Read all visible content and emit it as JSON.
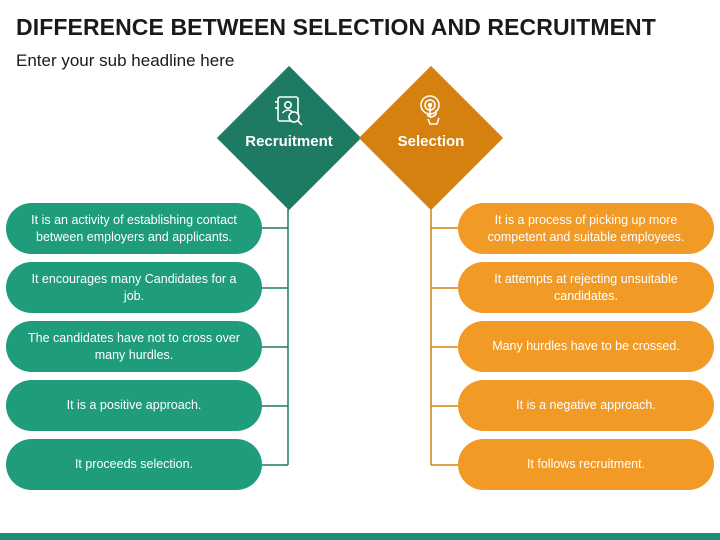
{
  "title": "DIFFERENCE BETWEEN SELECTION AND RECRUITMENT",
  "subtitle": "Enter your sub headline here",
  "colors": {
    "recruitment": "#1e7a62",
    "selection": "#d5800f",
    "recruitment_pill": "#1e9c7b",
    "selection_pill": "#f19a26",
    "footer": "#1a8f78"
  },
  "recruitment": {
    "label": "Recruitment",
    "icon": "recruitment-profile-icon",
    "items": [
      "It is an activity of establishing contact between employers and applicants.",
      "It encourages many Candidates for a job.",
      "The candidates have not to cross over many hurdles.",
      "It is a positive approach.",
      "It proceeds selection."
    ]
  },
  "selection": {
    "label": "Selection",
    "icon": "target-touch-icon",
    "items": [
      "It is a process of picking up more competent and suitable employees.",
      "It attempts at rejecting unsuitable candidates.",
      "Many hurdles have to be crossed.",
      "It is a negative approach.",
      "It follows recruitment."
    ]
  }
}
